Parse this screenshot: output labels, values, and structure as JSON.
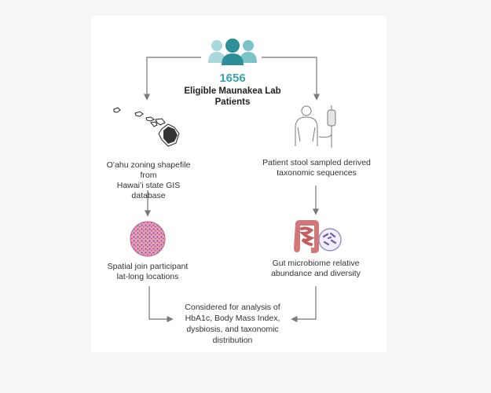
{
  "header": {
    "count": "1656",
    "title_line1": "Eligible Maunakea Lab",
    "title_line2": "Patients"
  },
  "left": {
    "step1_line1": "O’ahu zoning shapefile from",
    "step1_line2": "Hawai’i state GIS database",
    "step2_line1": "Spatial join participant",
    "step2_line2": "lat-long locations"
  },
  "right": {
    "step1_line1": "Patient stool sampled derived",
    "step1_line2": "taxonomic sequences",
    "step2_line1": "Gut microbiome relative",
    "step2_line2": "abundance and diversity"
  },
  "result": {
    "line1": "Considered for analysis of",
    "line2": "HbA1c, Body Mass Index,",
    "line3": "dysbiosis, and taxonomic",
    "line4": "distribution"
  },
  "colors": {
    "accent": "#3aa3ad",
    "arrow": "#7a7a7a",
    "people_dark": "#2c8f98",
    "people_light": "#a9d9dc"
  },
  "icons": [
    "people-icon",
    "hawaii-map-icon",
    "patient-iv-icon",
    "gis-circle-icon",
    "intestine-icon",
    "bacteria-icon"
  ]
}
